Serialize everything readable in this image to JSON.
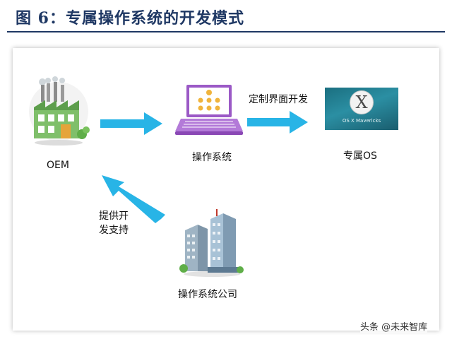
{
  "title": "图 6：专属操作系统的开发模式",
  "nodes": {
    "oem": "OEM",
    "os": "操作系统",
    "custom_os": "专属OS",
    "os_company": "操作系统公司"
  },
  "edges": {
    "customize": "定制界面开发",
    "support_line1": "提供开",
    "support_line2": "发支持"
  },
  "osx_caption": "OS X Mavericks",
  "watermark": "头条 @未来智库",
  "colors": {
    "arrow": "#28b4e6",
    "title": "#1f3864",
    "laptop": "#9b59c6"
  }
}
